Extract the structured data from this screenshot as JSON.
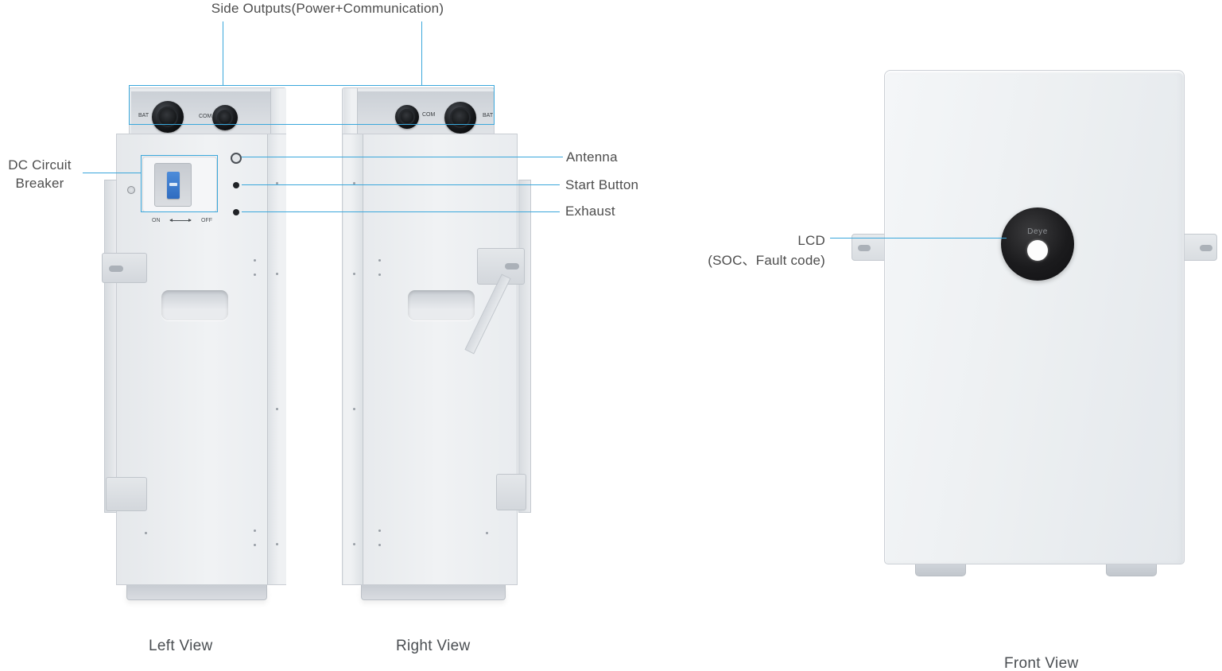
{
  "callouts": {
    "side_outputs": "Side Outputs(Power+Communication)",
    "dc_breaker_line1": "DC Circuit",
    "dc_breaker_line2": "Breaker",
    "antenna": "Antenna",
    "start_button": "Start Button",
    "exhaust": "Exhaust",
    "lcd_line1": "LCD",
    "lcd_line2": "(SOC、Fault code)"
  },
  "view_labels": {
    "left": "Left View",
    "right": "Right View",
    "front": "Front View"
  },
  "left_device": {
    "port_left_label": "BAT",
    "port_right_label": "COM",
    "breaker_on": "ON",
    "breaker_off": "OFF"
  },
  "right_device": {
    "port_left_label": "COM",
    "port_right_label": "BAT"
  },
  "front_device": {
    "brand": "Deye"
  },
  "colors": {
    "callout_line": "#3AA7DB",
    "label_text": "#4D4D4D",
    "device_body": "#E9ECEF",
    "lcd_black": "#1A1A1C"
  }
}
